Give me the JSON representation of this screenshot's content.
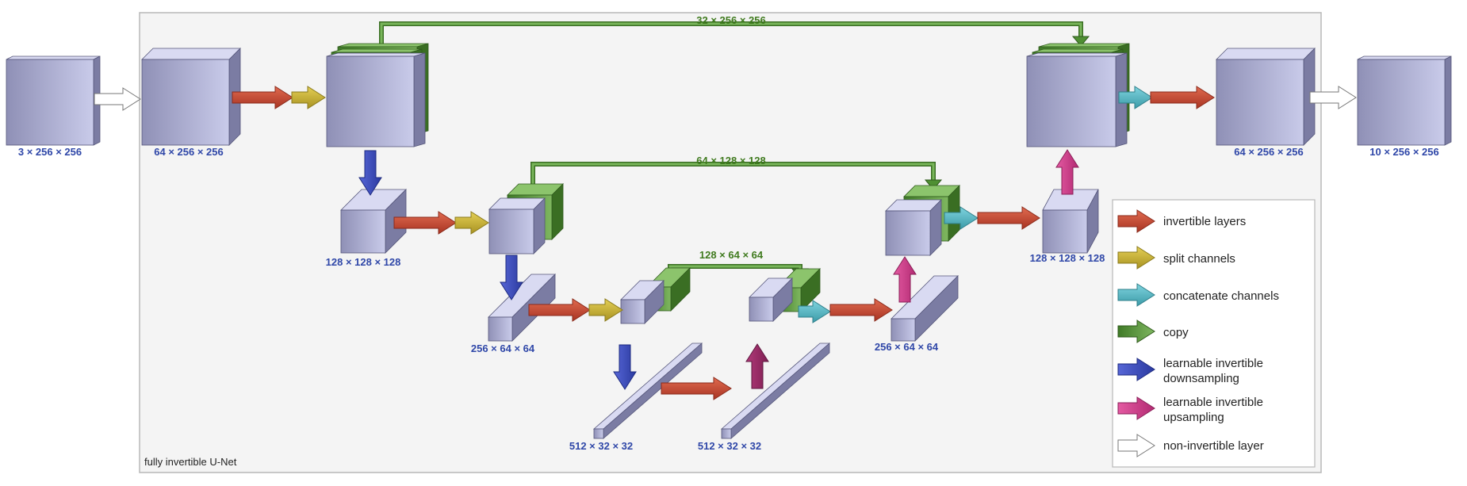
{
  "diagram": {
    "frame_caption": "fully invertible U-Net",
    "tensor_labels": {
      "input": "3 × 256 × 256",
      "enc1": "64 × 256 × 256",
      "enc2": "128 × 128 × 128",
      "enc3": "256 × 64 × 64",
      "bottleneck_left": "512 × 32 × 32",
      "bottleneck_right": "512 × 32 × 32",
      "dec3": "256 × 64 × 64",
      "dec2": "128 × 128 × 128",
      "dec1": "64 × 256 × 256",
      "output": "10 × 256 × 256"
    },
    "skip_labels": {
      "level1": "32 × 256 × 256",
      "level2": "64 × 128 × 128",
      "level3": "128 × 64 × 64"
    },
    "legend": {
      "invertible": "invertible layers",
      "split": "split channels",
      "concat": "concatenate channels",
      "copy": "copy",
      "down_line1": "learnable invertible",
      "down_line2": "downsampling",
      "up_line1": "learnable invertible",
      "up_line2": "upsampling",
      "noninv": "non-invertible layer"
    },
    "colors": {
      "invertible": "#c64b35",
      "split": "#c9b334",
      "concat": "#5ab9c6",
      "copy": "#55963a",
      "downsampling": "#3b4dbf",
      "upsampling": "#d23c8a",
      "non_invertible": "#ffffff",
      "tensor": "#a6a8cc"
    }
  }
}
